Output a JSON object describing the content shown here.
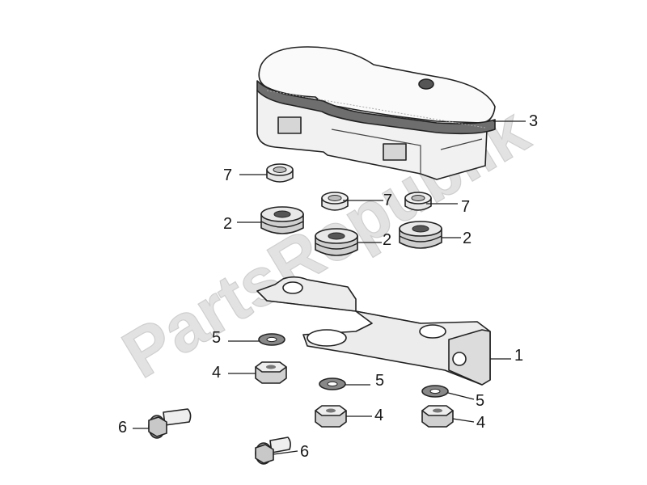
{
  "watermark": "PartsRepublik",
  "callouts": {
    "c1": "1",
    "c2a": "2",
    "c2b": "2",
    "c2c": "2",
    "c3": "3",
    "c4a": "4",
    "c4b": "4",
    "c4c": "4",
    "c5a": "5",
    "c5b": "5",
    "c5c": "5",
    "c6a": "6",
    "c6b": "6",
    "c7a": "7",
    "c7b": "7",
    "c7c": "7"
  }
}
